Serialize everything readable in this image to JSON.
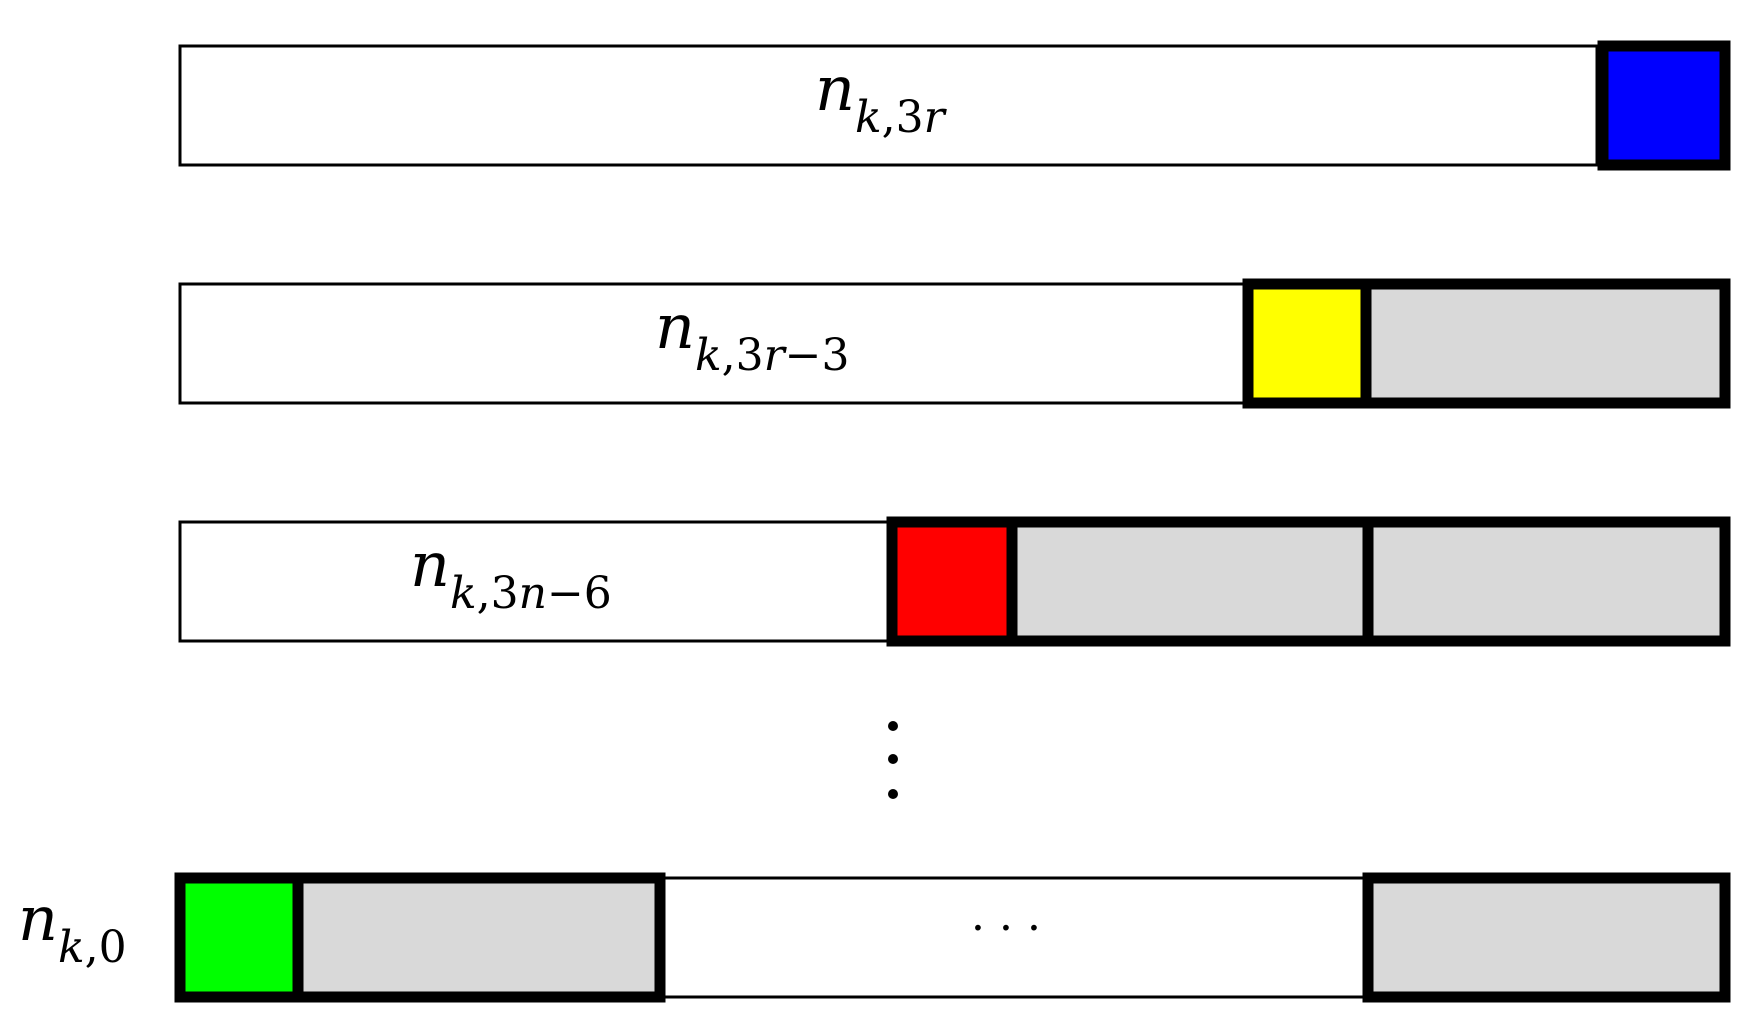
{
  "diagram": {
    "colors": {
      "outline": "#000000",
      "empty": "#ffffff",
      "filled": "#d9d9d9",
      "marker_blue": "#0000ff",
      "marker_yellow": "#ffff00",
      "marker_red": "#ff0000",
      "marker_green": "#00ff00"
    },
    "rows": [
      {
        "label": {
          "base": "n",
          "sub_italic": "k",
          "sub_rest": ",3",
          "sub_tail": "r",
          "sub_suffix": ""
        },
        "marker": "blue"
      },
      {
        "label": {
          "base": "n",
          "sub_italic": "k",
          "sub_rest": ",3",
          "sub_tail": "r",
          "sub_suffix": "−3"
        },
        "marker": "yellow"
      },
      {
        "label": {
          "base": "n",
          "sub_italic": "k",
          "sub_rest": ",3",
          "sub_tail": "n",
          "sub_suffix": "−6"
        },
        "marker": "red"
      },
      {
        "label": {
          "base": "n",
          "sub_italic": "k",
          "sub_rest": ",0",
          "sub_tail": "",
          "sub_suffix": ""
        },
        "marker": "green",
        "middle_text": "· · ·"
      }
    ],
    "vertical_ellipsis": "⋮"
  }
}
